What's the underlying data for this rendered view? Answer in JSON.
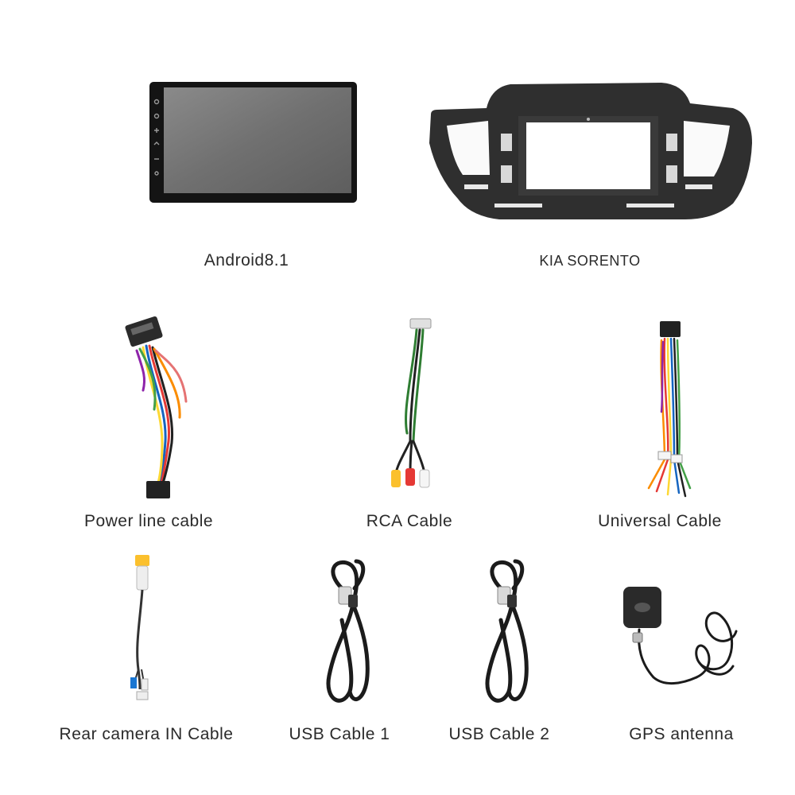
{
  "items": {
    "head_unit": {
      "label": "Android8.1",
      "icon": "android-head-unit-screen"
    },
    "dash_frame": {
      "label": "KIA SORENTO",
      "icon": "dashboard-fascia-frame"
    },
    "power_cable": {
      "label": "Power line cable",
      "icon": "power-harness"
    },
    "rca_cable": {
      "label": "RCA Cable",
      "icon": "rca-cable"
    },
    "universal_cable": {
      "label": "Universal Cable",
      "icon": "universal-harness"
    },
    "rear_camera_cable": {
      "label": "Rear camera IN Cable",
      "icon": "rear-camera-cable"
    },
    "usb_cable_1": {
      "label": "USB Cable 1",
      "icon": "usb-cable"
    },
    "usb_cable_2": {
      "label": "USB Cable 2",
      "icon": "usb-cable"
    },
    "gps_antenna": {
      "label": "GPS antenna",
      "icon": "gps-antenna"
    }
  }
}
